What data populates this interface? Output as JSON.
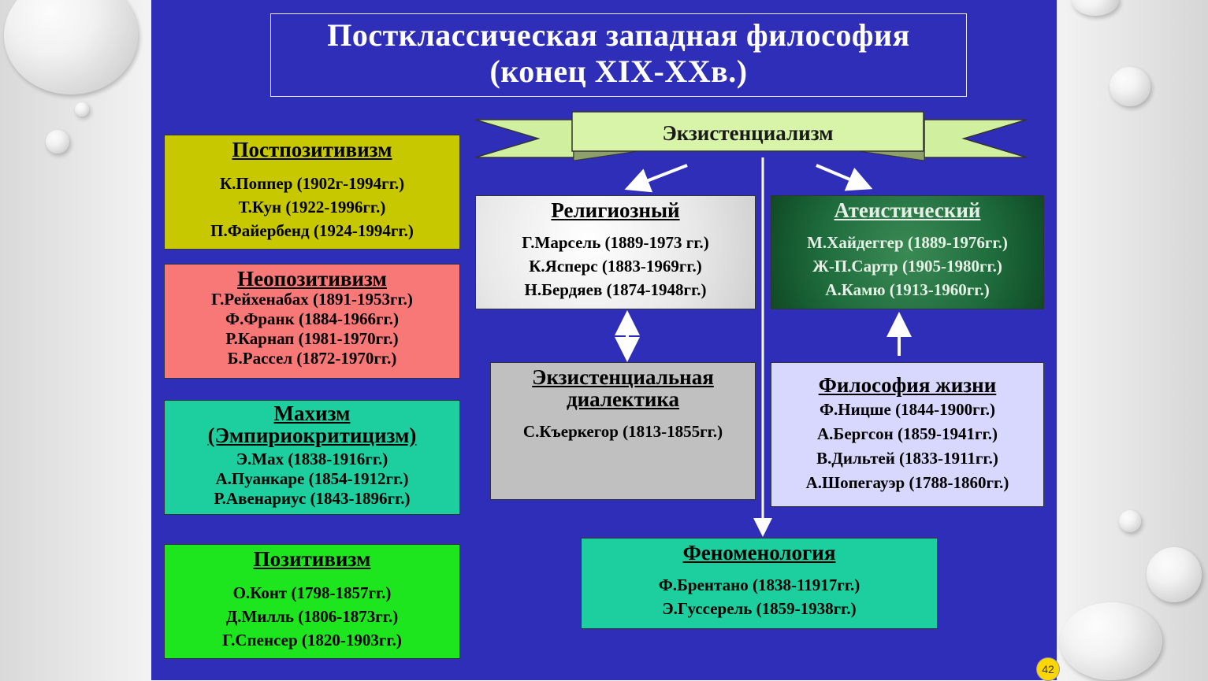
{
  "title": {
    "line1": "Постклассическая западная философия",
    "line2": "(конец XIX-XXв.)"
  },
  "banner": "Экзистенциализм",
  "boxes": {
    "postpositivism": {
      "head": "Постпозитивизм",
      "lines": [
        "К.Поппер (1902г-1994гг.)",
        "Т.Кун (1922-1996гг.)",
        "П.Файербенд (1924-1994гг.)"
      ],
      "color": "#c8c800"
    },
    "neopositivism": {
      "head": "Неопозитивизм",
      "lines": [
        "Г.Рейхенабах (1891-1953гг.)",
        "Ф.Франк (1884-1966гг.)",
        "Р.Карнап (1981-1970гг.)",
        "Б.Рассел (1872-1970гг.)"
      ],
      "color": "#f87878"
    },
    "machism": {
      "head": "Махизм",
      "head2": "(Эмпириокритицизм)",
      "lines": [
        "Э.Мах (1838-1916гг.)",
        "А.Пуанкаре (1854-1912гг.)",
        "Р.Авенариус (1843-1896гг.)"
      ],
      "color": "#1dcf9e"
    },
    "positivism": {
      "head": "Позитивизм",
      "lines": [
        "О.Конт (1798-1857гг.)",
        "Д.Милль (1806-1873гг.)",
        "Г.Спенсер (1820-1903гг.)"
      ],
      "color": "#1ee61e"
    },
    "religious": {
      "head": "Религиозный",
      "lines": [
        "Г.Марсель (1889-1973 гг.)",
        "К.Ясперс (1883-1969гг.)",
        "Н.Бердяев (1874-1948гг.)"
      ],
      "color": "#e6e6e6"
    },
    "atheistic": {
      "head": "Атеистический",
      "lines": [
        "М.Хайдеггер (1889-1976гг.)",
        "Ж-П.Сартр (1905-1980гг.)",
        "А.Камю (1913-1960гг.)"
      ],
      "color": "#1e6b3c"
    },
    "dialectic": {
      "head": "Экзистенциальная",
      "head2": "диалектика",
      "lines": [
        "С.Къеркегор (1813-1855гг.)"
      ],
      "color": "#c0c0c0"
    },
    "lifephil": {
      "head": "Философия жизни",
      "lines": [
        "Ф.Ницше (1844-1900гг.)",
        "А.Бергсон (1859-1941гг.)",
        "В.Дильтей (1833-1911гг.)",
        "А.Шопегауэр (1788-1860гг.)"
      ],
      "color": "#d8d8ff"
    },
    "phenomenology": {
      "head": "Феноменология",
      "lines": [
        "Ф.Брентано (1838-11917гг.)",
        "Э.Гуссерель (1859-1938гг.)"
      ],
      "color": "#1dcf9e"
    }
  },
  "page_number": "42"
}
